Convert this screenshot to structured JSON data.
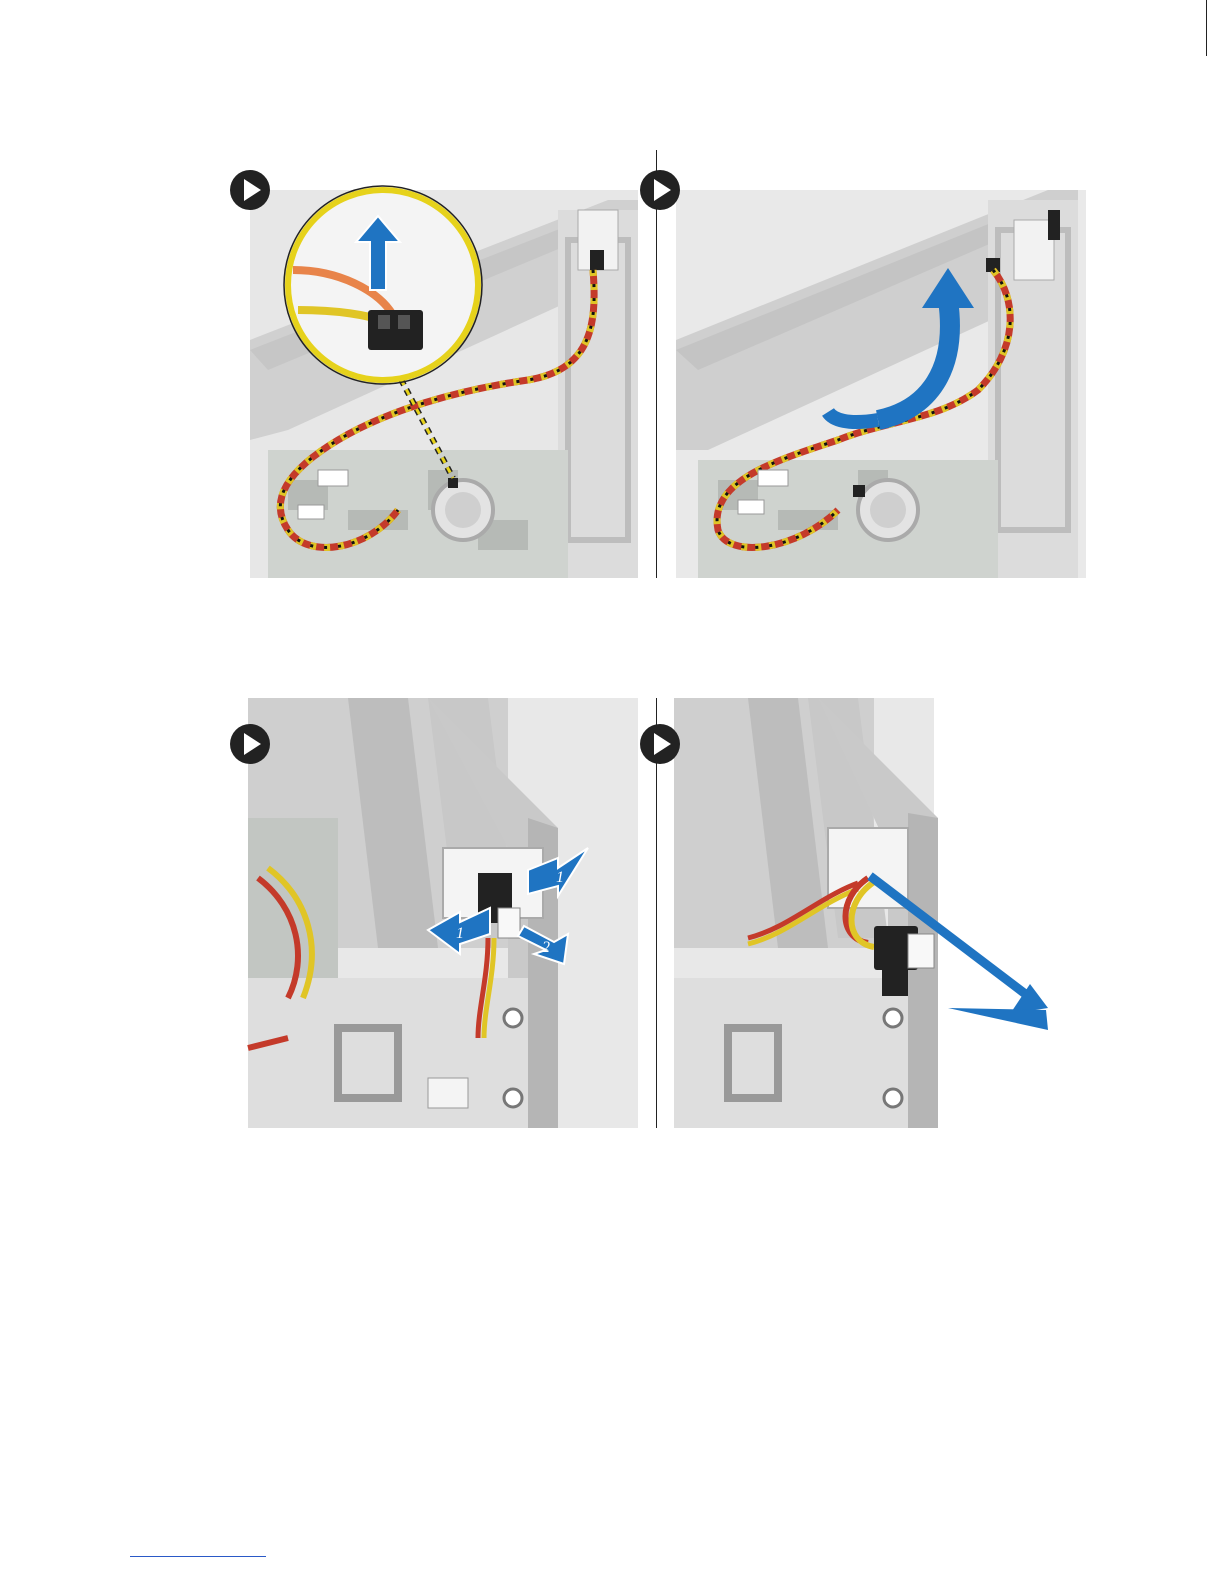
{
  "figures": [
    {
      "row": 1,
      "panels": [
        {
          "icon": "play-arrow-icon",
          "annotations": []
        },
        {
          "icon": "play-arrow-icon",
          "annotations": []
        }
      ]
    },
    {
      "row": 2,
      "panels": [
        {
          "icon": "play-arrow-icon",
          "annotations": [
            {
              "label": "1"
            },
            {
              "label": "1"
            },
            {
              "label": "2"
            }
          ]
        },
        {
          "icon": "play-arrow-icon",
          "annotations": []
        }
      ]
    }
  ],
  "colors": {
    "arrow_blue": "#1f74c2",
    "magnifier_yellow": "#e6d21b",
    "chassis_gray": "#d4d4d4",
    "icon_dark": "#222222"
  }
}
